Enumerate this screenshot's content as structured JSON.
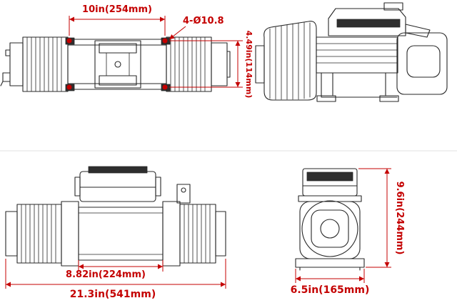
{
  "dims": {
    "top_width": "10in(254mm)",
    "bolt_holes": "4-Ø10.8",
    "mount_depth": "4.49in(114mm)",
    "drum_length": "8.82in(224mm)",
    "overall_length": "21.3in(541mm)",
    "overall_height": "9.6in(244mm)",
    "body_width": "6.5in(165mm)"
  },
  "colors": {
    "dimension_red": "#c40000",
    "outline": "#272727",
    "background": "#ffffff"
  }
}
